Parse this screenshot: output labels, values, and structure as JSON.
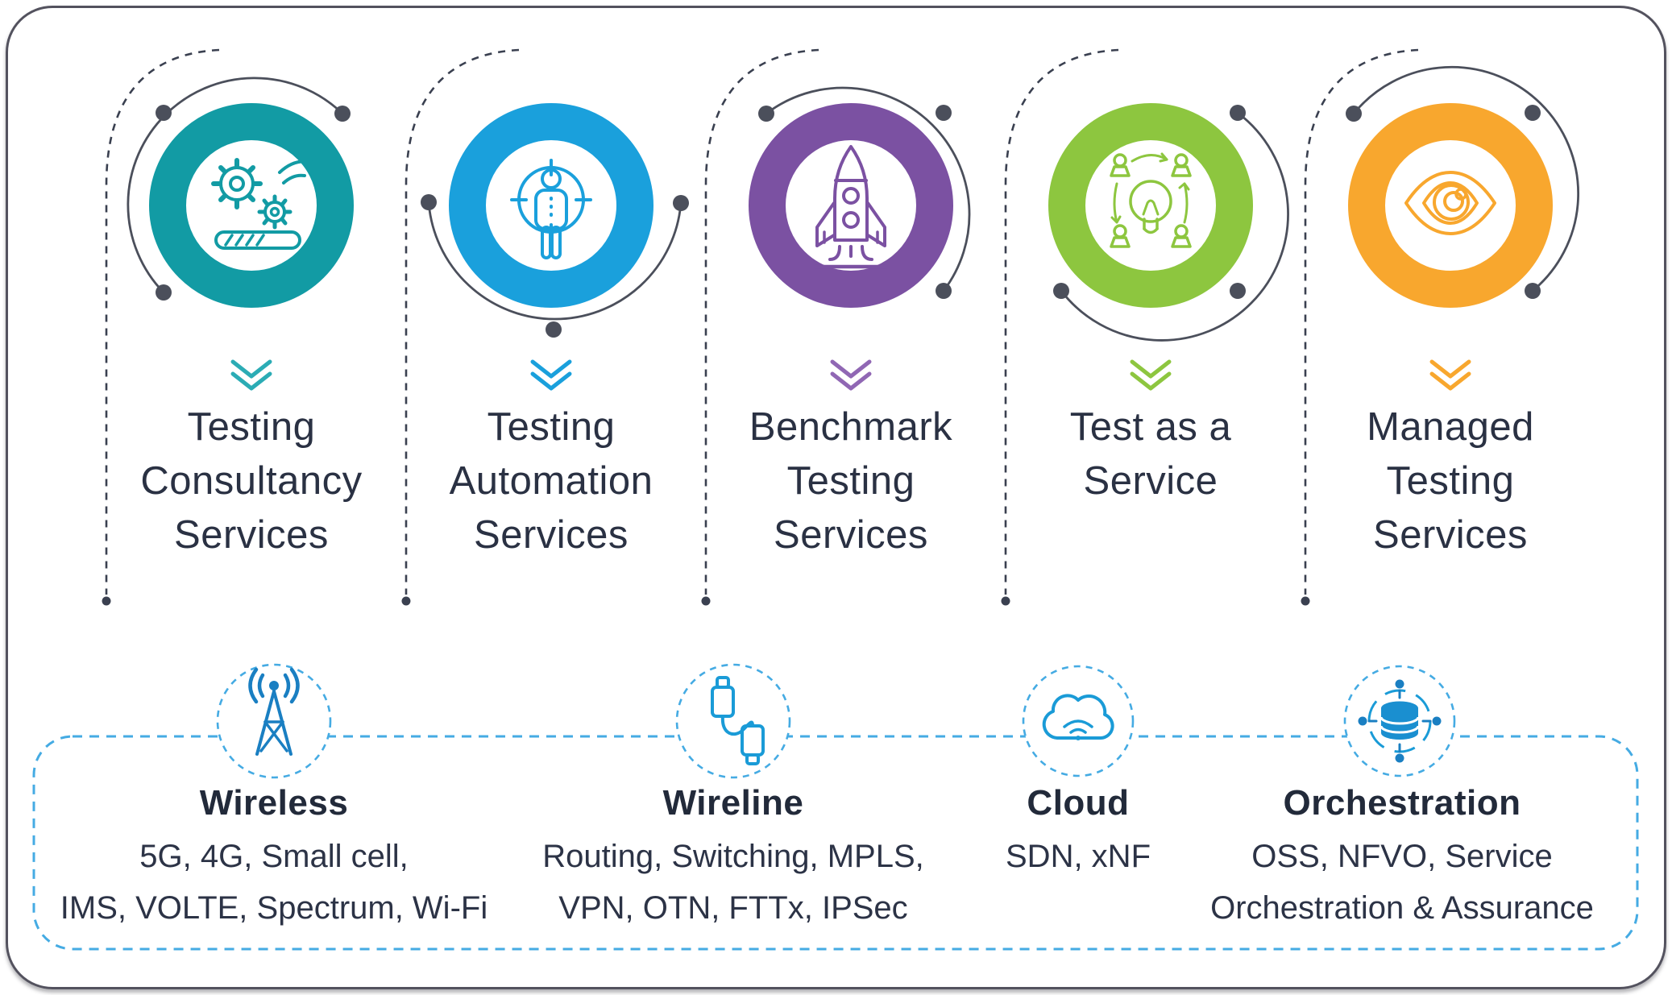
{
  "figure": {
    "services": [
      {
        "label": "Testing\nConsultancy\nServices",
        "color": "#129ba4",
        "icon": "gears-progress-icon"
      },
      {
        "label": "Testing\nAutomation\nServices",
        "color": "#1aa0dc",
        "icon": "person-target-icon"
      },
      {
        "label": "Benchmark\nTesting\nServices",
        "color": "#7b51a2",
        "icon": "rocket-icon"
      },
      {
        "label": "Test as a\nService",
        "color": "#8dc63f",
        "icon": "team-idea-icon"
      },
      {
        "label": "Managed\nTesting\nServices",
        "color": "#f8a72e",
        "icon": "eye-icon"
      }
    ],
    "domains": [
      {
        "title": "Wireless",
        "details": "5G, 4G, Small cell,\nIMS, VOLTE, Spectrum, Wi-Fi",
        "icon": "radio-tower-icon"
      },
      {
        "title": "Wireline",
        "details": "Routing, Switching, MPLS,\nVPN, OTN, FTTx, IPSec",
        "icon": "cable-icon"
      },
      {
        "title": "Cloud",
        "details": "SDN, xNF",
        "icon": "cloud-icon"
      },
      {
        "title": "Orchestration",
        "details": "OSS, NFVO, Service\nOrchestration & Assurance",
        "icon": "orchestration-icon"
      }
    ],
    "colors": {
      "teal": "#129ba4",
      "blue": "#1aa0dc",
      "purple": "#7b51a2",
      "green": "#8dc63f",
      "orange": "#f8a72e",
      "panel_dash_blue": "#45abe3",
      "domain_icon_blue": "#1a7fc2",
      "connector_gray": "#4b4f5b",
      "text_dark": "#2a3143"
    }
  }
}
